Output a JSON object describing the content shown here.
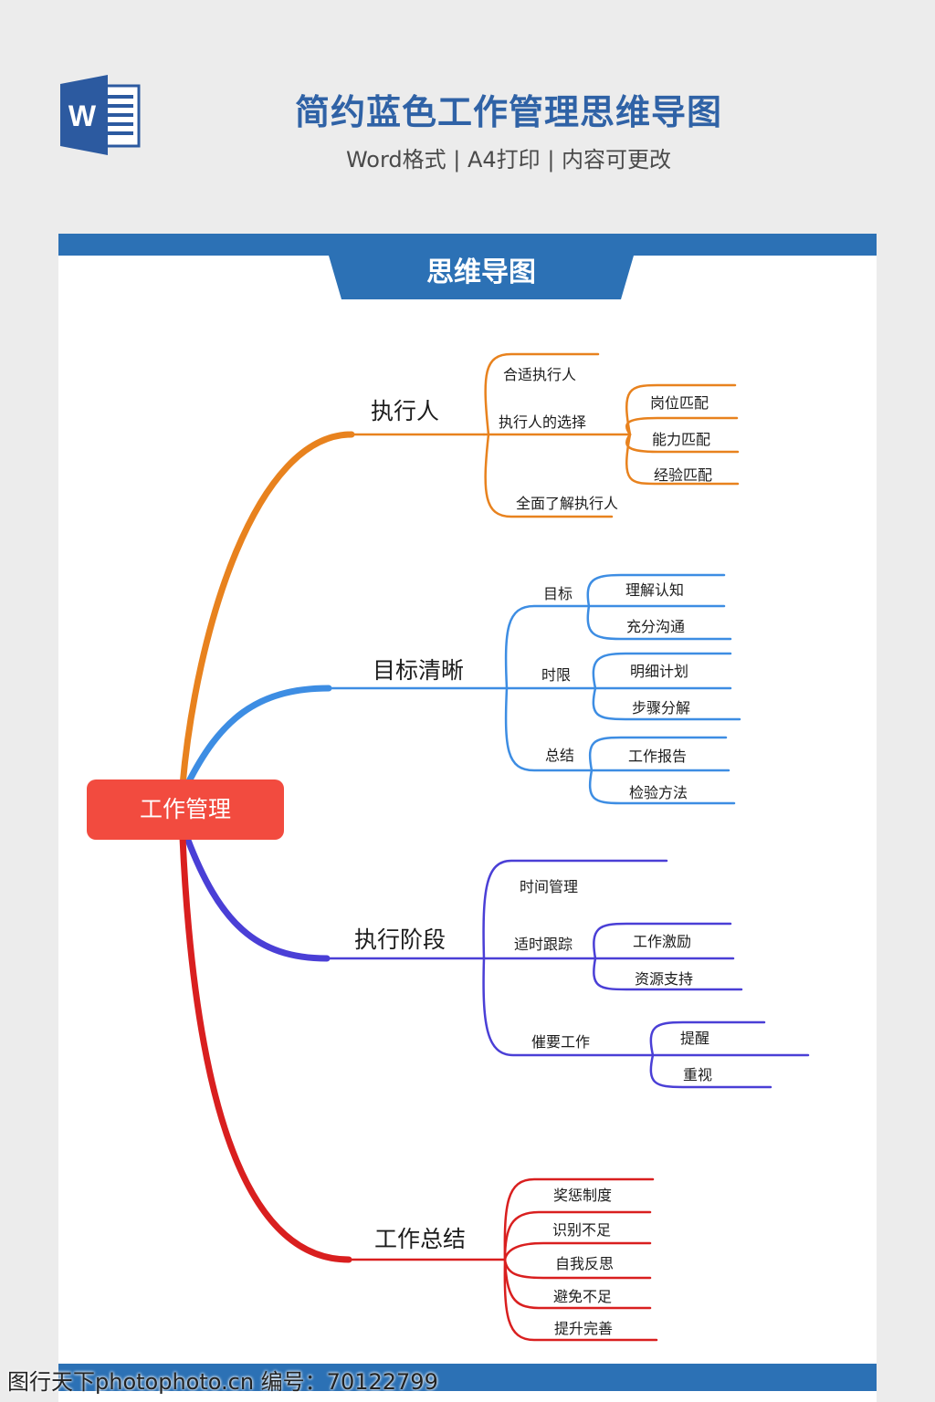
{
  "header": {
    "title": "简约蓝色工作管理思维导图",
    "subtitle": "Word格式 | A4打印 | 内容可更改",
    "logo_letter": "W"
  },
  "banner": {
    "label": "思维导图"
  },
  "mindmap": {
    "root": "工作管理",
    "branches": [
      {
        "label": "执行人",
        "color": "#e8821e",
        "children": [
          {
            "label": "合适执行人"
          },
          {
            "label": "执行人的选择",
            "children": [
              "岗位匹配",
              "能力匹配",
              "经验匹配"
            ]
          },
          {
            "label": "全面了解执行人"
          }
        ]
      },
      {
        "label": "目标清晰",
        "color": "#3d8de3",
        "children": [
          {
            "label": "目标",
            "children": [
              "理解认知",
              "充分沟通"
            ]
          },
          {
            "label": "时限",
            "children": [
              "明细计划",
              "步骤分解"
            ]
          },
          {
            "label": "总结",
            "children": [
              "工作报告",
              "检验方法"
            ]
          }
        ]
      },
      {
        "label": "执行阶段",
        "color": "#4a3fd6",
        "children": [
          {
            "label": "时间管理"
          },
          {
            "label": "适时跟踪",
            "children": [
              "工作激励",
              "资源支持"
            ]
          },
          {
            "label": "催要工作",
            "children": [
              "提醒",
              "重视"
            ]
          }
        ]
      },
      {
        "label": "工作总结",
        "color": "#d91f1f",
        "children": [
          {
            "label": "奖惩制度"
          },
          {
            "label": "识别不足"
          },
          {
            "label": "自我反思"
          },
          {
            "label": "避免不足"
          },
          {
            "label": "提升完善"
          }
        ]
      }
    ]
  },
  "watermark": "图行天下photophoto.cn 编号：70122799"
}
